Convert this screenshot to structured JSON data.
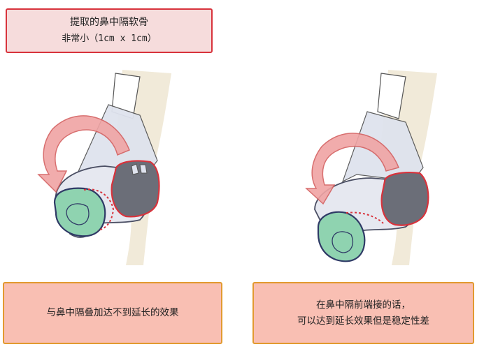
{
  "title_box": {
    "line1": "提取的鼻中隔软骨",
    "line2": "非常小（1cm x 1cm）"
  },
  "left_caption": {
    "text": "与鼻中隔叠加达不到延长的效果"
  },
  "right_caption": {
    "line1": "在鼻中隔前端接的话，",
    "line2": "可以达到延长效果但是稳定性差"
  },
  "colors": {
    "outline_red": "#d8333c",
    "caption_border": "#e29a2f",
    "caption_fill": "#f9bfb3",
    "cartilage_green": "#8fd3b0",
    "septum_gray": "#6b6e78",
    "skin": "#efe6d2",
    "arrow_pink": "#f0a4a4"
  },
  "icons": [
    "curved-arrow-icon",
    "nose-illustration"
  ]
}
